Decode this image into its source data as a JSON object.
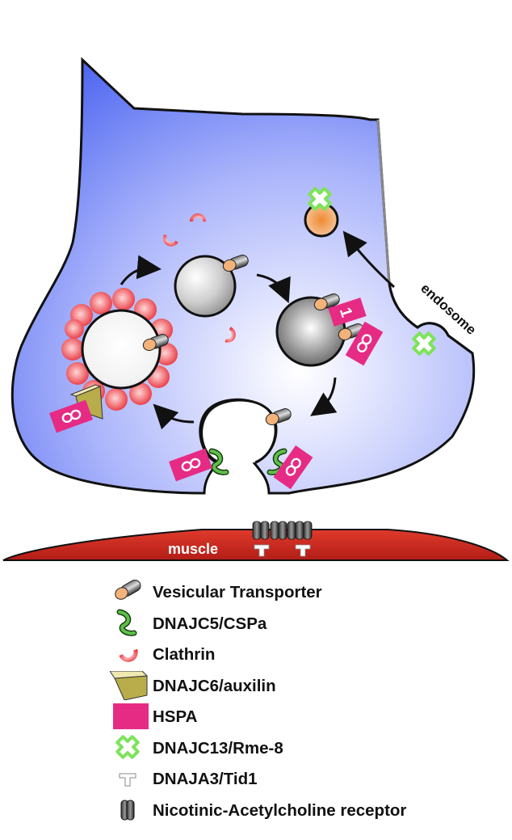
{
  "labels": {
    "endosome": "endosome",
    "muscle": "muscle",
    "hspa_glyph": "8",
    "hspa_glyph_alt": "1"
  },
  "legend": [
    {
      "icon": "vesicular-transporter-icon",
      "label": "Vesicular Transporter"
    },
    {
      "icon": "dnajc5-cspa-icon",
      "label": "DNAJC5/CSPa"
    },
    {
      "icon": "clathrin-icon",
      "label": "Clathrin"
    },
    {
      "icon": "dnajc6-auxilin-icon",
      "label": "DNAJC6/auxilin"
    },
    {
      "icon": "hspa-icon",
      "label": "HSPA"
    },
    {
      "icon": "dnajc13-rme8-icon",
      "label": "DNAJC13/Rme-8"
    },
    {
      "icon": "dnaja3-tid1-icon",
      "label": "DNAJA3/Tid1"
    },
    {
      "icon": "nicotinic-acetylcholine-receptor-icon",
      "label": "Nicotinic-Acetylcholine receptor"
    }
  ],
  "colors": {
    "terminal_blue": "#5a72f2",
    "muscle_red": "#cc2a22",
    "hspa_pink": "#e62b84",
    "clathrin_red": "#e8363f",
    "rme8_green": "#7de35a",
    "auxilin_gold": "#d8d28c",
    "transporter_orange": "#f3b27a"
  }
}
